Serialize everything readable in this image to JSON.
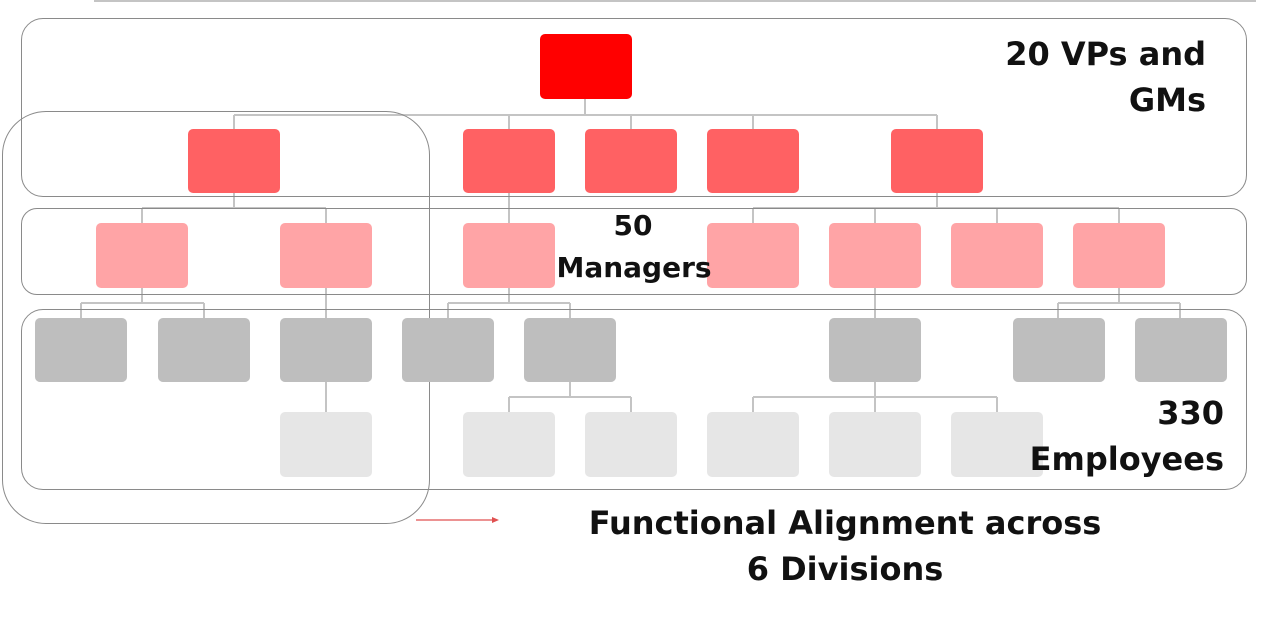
{
  "labels": {
    "executives": "20 VPs and GMs",
    "managers_count": "50",
    "managers_word": "Managers",
    "employees_count": "330",
    "employees_word": "Employees",
    "alignment": "Functional Alignment across 6 Divisions"
  },
  "colors": {
    "top_executive": "#ff0000",
    "vp_gm": "#ff6163",
    "manager": "#ffa4a6",
    "employee": "#bebebe",
    "junior_employee": "#e6e6e6",
    "connector": "#c4c4c4",
    "band_border": "#8a8a8a",
    "arrow": "#e05050"
  }
}
